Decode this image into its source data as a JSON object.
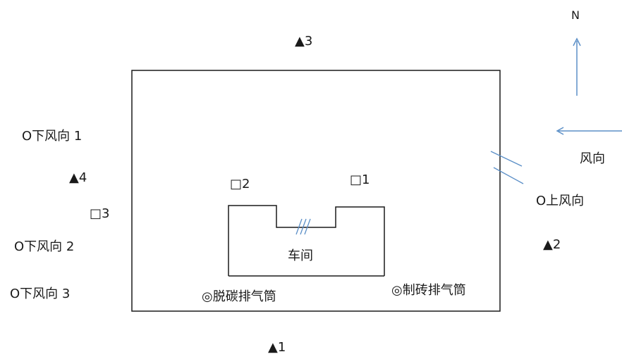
{
  "north": {
    "label": "N"
  },
  "wind": {
    "label": "风向"
  },
  "workshop": {
    "label": "车间"
  },
  "stacks": {
    "decarb": "◎脱碳排气筒",
    "brick": "◎制砖排气筒"
  },
  "triangles": {
    "t1": "▲1",
    "t2": "▲2",
    "t3": "▲3",
    "t4": "▲4"
  },
  "squares": {
    "s1": "□1",
    "s2": "□2",
    "s3": "□3"
  },
  "circles": {
    "upwind": "O上风向",
    "down1": "O下风向 1",
    "down2": "O下风向 2",
    "down3": "O下风向 3"
  },
  "colors": {
    "arrow": "#5b8fc7",
    "line": "#1a1a1a"
  }
}
